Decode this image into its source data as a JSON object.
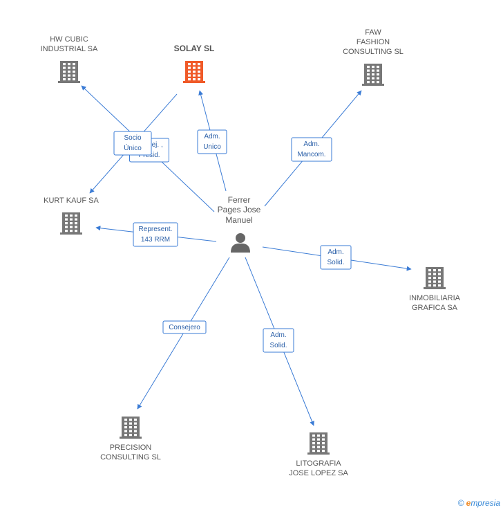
{
  "colors": {
    "edge": "#3a7bd5",
    "building": "#777777",
    "building_highlight": "#f05a28",
    "person": "#666666"
  },
  "person": {
    "name_lines": [
      "Ferrer",
      "Pages Jose",
      "Manuel"
    ],
    "icon": "person-icon"
  },
  "companies": [
    {
      "id": "hw",
      "lines": [
        "HW CUBIC",
        "INDUSTRIAL SA"
      ],
      "highlight": false,
      "icon": "building-icon"
    },
    {
      "id": "solay",
      "lines": [
        "SOLAY SL"
      ],
      "highlight": true,
      "icon": "building-icon"
    },
    {
      "id": "faw",
      "lines": [
        "FAW",
        "FASHION",
        "CONSULTING SL"
      ],
      "highlight": false,
      "icon": "building-icon"
    },
    {
      "id": "kurt",
      "lines": [
        "KURT KAUF SA"
      ],
      "highlight": false,
      "icon": "building-icon"
    },
    {
      "id": "inmo",
      "lines": [
        "INMOBILIARIA",
        "GRAFICA SA"
      ],
      "highlight": false,
      "icon": "building-icon"
    },
    {
      "id": "precision",
      "lines": [
        "PRECISION",
        "CONSULTING SL"
      ],
      "highlight": false,
      "icon": "building-icon"
    },
    {
      "id": "litografia",
      "lines": [
        "LITOGRAFIA",
        "JOSE LOPEZ SA"
      ],
      "highlight": false,
      "icon": "building-icon"
    }
  ],
  "edges": [
    {
      "from": "person",
      "to": "hw",
      "label": [
        "Consej. ,",
        "Presid."
      ]
    },
    {
      "from": "solay",
      "to": "kurt",
      "label": [
        "Socio",
        "Único"
      ]
    },
    {
      "from": "person",
      "to": "solay",
      "label": [
        "Adm.",
        "Unico"
      ]
    },
    {
      "from": "person",
      "to": "faw",
      "label": [
        "Adm.",
        "Mancom."
      ]
    },
    {
      "from": "person",
      "to": "kurt",
      "label": [
        "Represent.",
        "143 RRM"
      ]
    },
    {
      "from": "person",
      "to": "inmo",
      "label": [
        "Adm.",
        "Solid."
      ]
    },
    {
      "from": "person",
      "to": "precision",
      "label": [
        "Consejero"
      ]
    },
    {
      "from": "person",
      "to": "litografia",
      "label": [
        "Adm.",
        "Solid."
      ]
    }
  ],
  "footer": {
    "copyright": "©",
    "brand_first": "e",
    "brand_rest": "mpresia"
  }
}
